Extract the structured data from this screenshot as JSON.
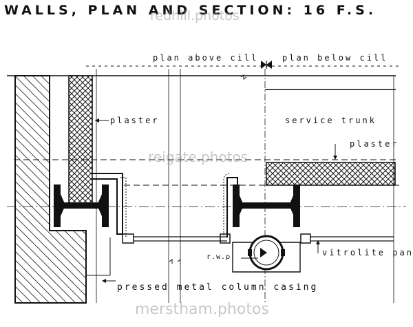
{
  "title": "WALLS, PLAN AND SECTION: 16 F.S.",
  "labels": {
    "plan_above_cill": "plan above cill",
    "plan_below_cill": "plan below cill",
    "plaster_left": "plaster",
    "service_trunk": "service trunk",
    "plaster_right": "plaster",
    "rwp": "r.w.p.",
    "vitrolite_panel": "vitrolite panel",
    "pressed_metal_column_casing": "pressed metal column casing"
  },
  "watermarks": {
    "top": "redhill.photos",
    "middle": "reigate.photos",
    "bottom": "merstham.photos"
  },
  "colors": {
    "ink": "#111111",
    "paper": "#ffffff",
    "watermark": "#9a9a9a"
  }
}
